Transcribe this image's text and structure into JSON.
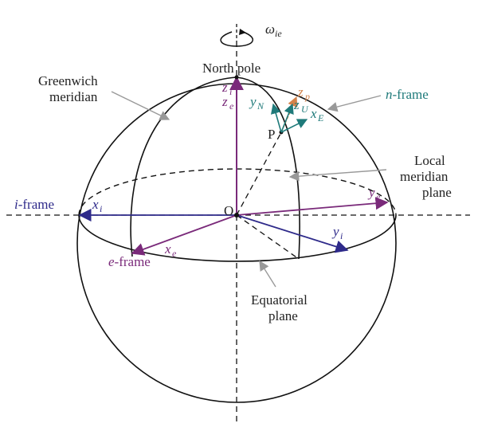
{
  "rotation": {
    "symbol": "ω",
    "subscript": "ie"
  },
  "labels": {
    "north_pole": "North pole",
    "greenwich_line1": "Greenwich",
    "greenwich_line2": "meridian",
    "n_frame_prefix": "n",
    "n_frame_suffix": "-frame",
    "local_line1": "Local",
    "local_line2": "meridian",
    "local_line3": "plane",
    "i_frame_prefix": "i",
    "i_frame_suffix": "-frame",
    "e_frame_prefix": "e",
    "e_frame_suffix": "-frame",
    "equatorial_line1": "Equatorial",
    "equatorial_line2": "plane",
    "origin": "O",
    "point_p": "P"
  },
  "axes": {
    "zi": {
      "base": "z",
      "sub": "i"
    },
    "ze": {
      "base": "z",
      "sub": "e"
    },
    "xi": {
      "base": "x",
      "sub": "i"
    },
    "yi": {
      "base": "y",
      "sub": "i"
    },
    "xe": {
      "base": "x",
      "sub": "e"
    },
    "ye": {
      "base": "y",
      "sub": "e"
    },
    "yN": {
      "base": "y",
      "sub": "N"
    },
    "zU": {
      "base": "z",
      "sub": "U"
    },
    "xE": {
      "base": "x",
      "sub": "E"
    },
    "zp": {
      "base": "z",
      "sub": "p"
    }
  },
  "colors": {
    "sphere": "#111111",
    "i_frame": "#2e2a8a",
    "e_frame": "#7a2a7a",
    "n_frame": "#1f7a7a",
    "z_p": "#d4834a",
    "pointer": "#999999",
    "text": "#222222"
  }
}
